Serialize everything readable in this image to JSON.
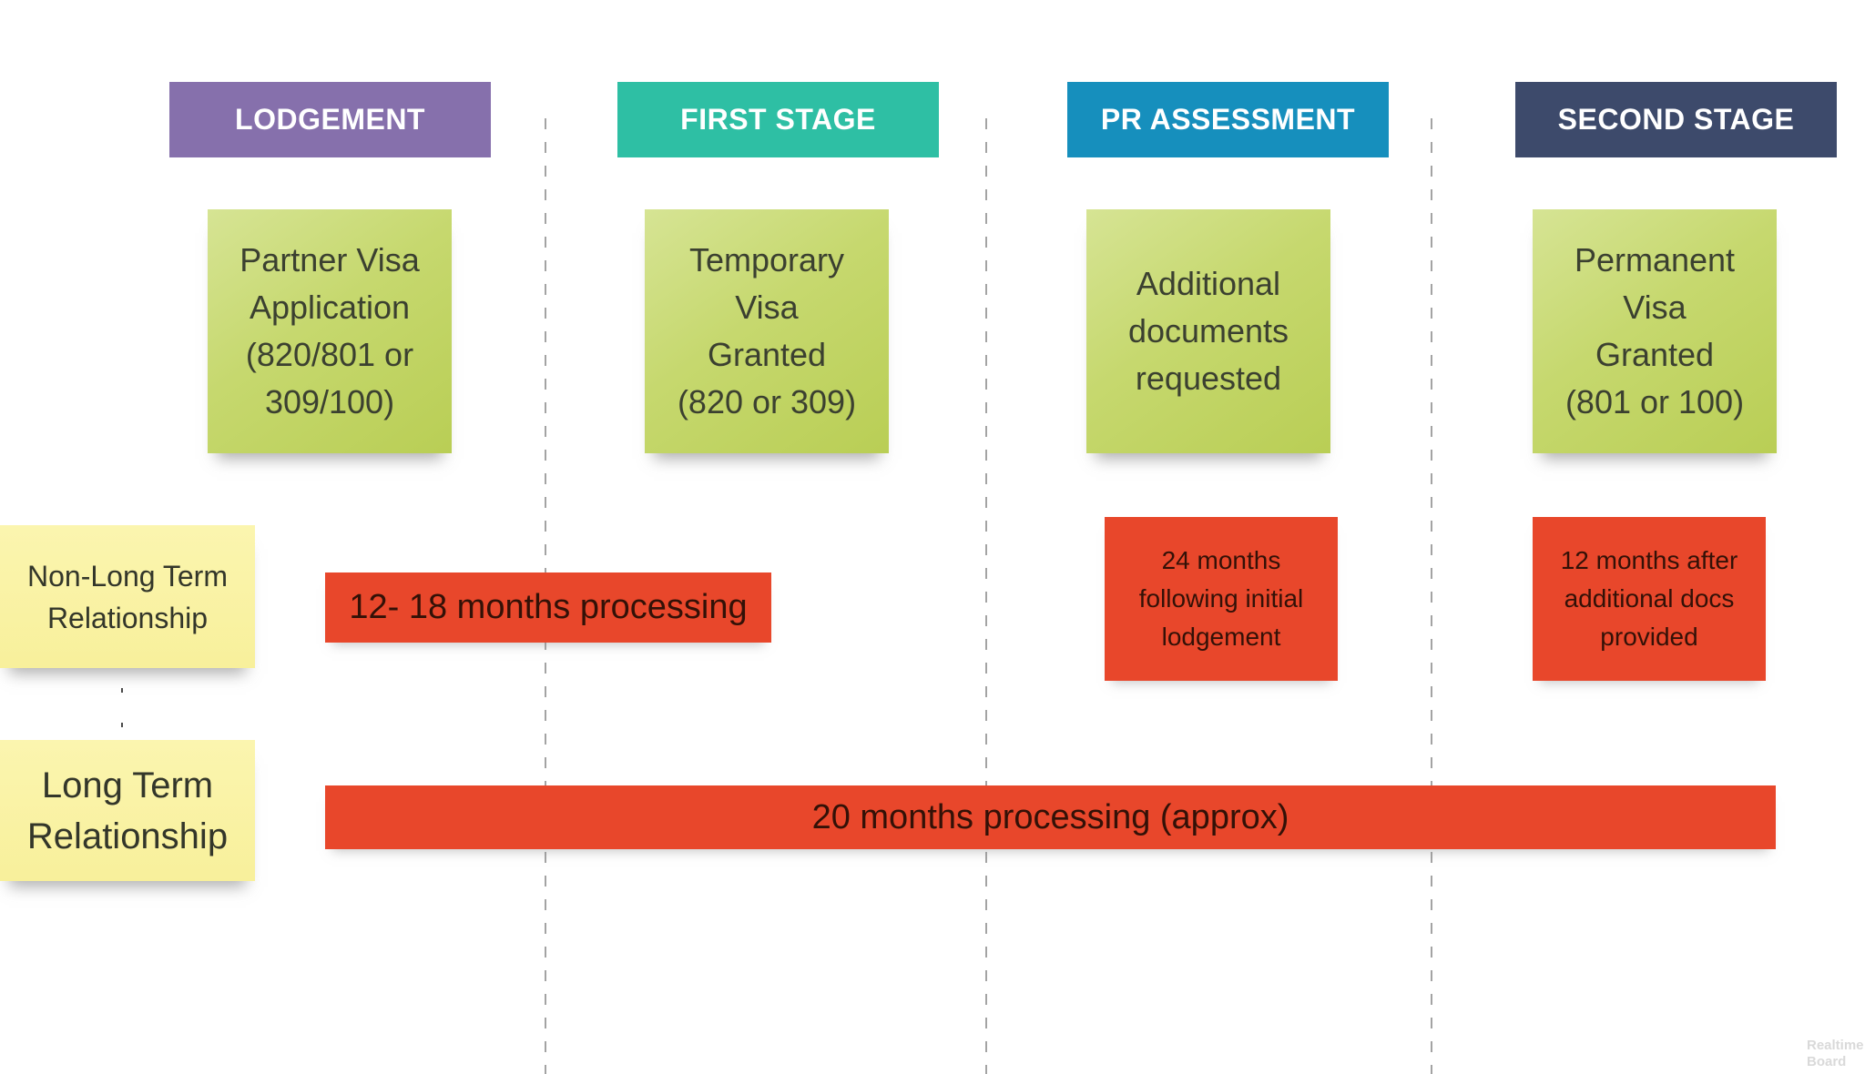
{
  "stages": [
    {
      "label": "LODGEMENT",
      "color": "#8670AC",
      "note": "Partner Visa\nApplication\n(820/801 or\n309/100)"
    },
    {
      "label": "FIRST STAGE",
      "color": "#2EBFA4",
      "note": "Temporary\nVisa\nGranted\n(820 or 309)"
    },
    {
      "label": "PR ASSESSMENT",
      "color": "#168FBD",
      "note": "Additional\ndocuments\nrequested"
    },
    {
      "label": "SECOND STAGE",
      "color": "#3D4A6B",
      "note": "Permanent\nVisa\nGranted\n(801 or 100)"
    }
  ],
  "tracks": [
    {
      "label": "Non-Long Term\nRelationship"
    },
    {
      "label": "Long Term\nRelationship"
    }
  ],
  "timelines": {
    "non_long_term_processing": "12- 18 months processing",
    "pr_assessment_timing": "24 months\nfollowing initial\nlodgement",
    "second_stage_timing": "12 months after\nadditional docs\nprovided",
    "long_term_processing": "20 months processing (approx)"
  },
  "colors": {
    "timeline_red": "#E8472B",
    "sticky_green": "#C5D76B",
    "sticky_yellow": "#FAF2A2",
    "separator_gray": "#A3A3A3"
  },
  "watermark": "Realtime\nBoard"
}
